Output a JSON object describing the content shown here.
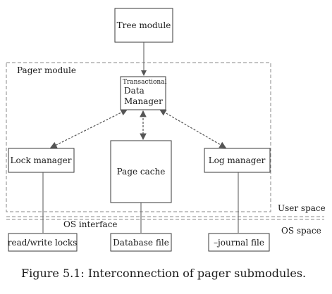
{
  "diagram": {
    "nodes": {
      "tree_module": "Tree module",
      "transactional_label": "Transactional",
      "data_manager_line1": "Data",
      "data_manager_line2": "Manager",
      "lock_manager": "Lock manager",
      "page_cache": "Page cache",
      "log_manager": "Log manager",
      "read_write_locks": "read/write locks",
      "database_file": "Database file",
      "journal_file": "–journal file"
    },
    "regions": {
      "pager_module": "Pager module",
      "user_space": "User space",
      "os_interface": "OS interface",
      "os_space": "OS space"
    },
    "caption": "Figure 5.1: Interconnection of pager submodules."
  }
}
